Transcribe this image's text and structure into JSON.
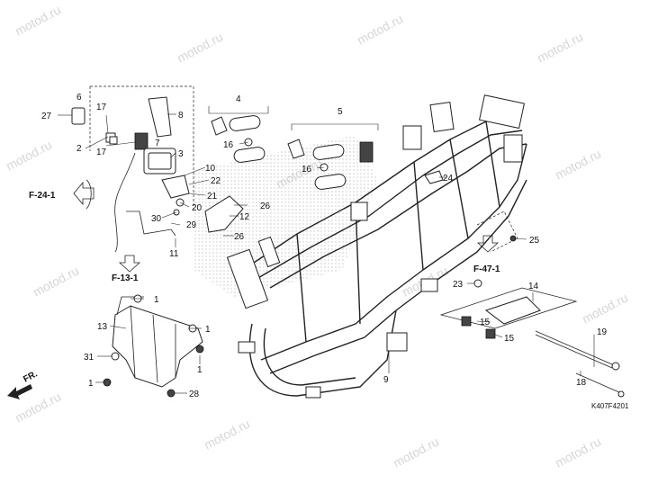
{
  "watermark": "motod.ru",
  "diagram_code": "K407F4201",
  "direction_label": "FR.",
  "section_refs": {
    "ref1": "F-24-1",
    "ref2": "F-13-1",
    "ref3": "F-47-1"
  },
  "callouts": {
    "c1a": "1",
    "c1b": "1",
    "c1c": "1",
    "c1d": "1",
    "c2": "2",
    "c3": "3",
    "c4": "4",
    "c5": "5",
    "c6": "6",
    "c7": "7",
    "c8": "8",
    "c9": "9",
    "c10": "10",
    "c11": "11",
    "c12": "12",
    "c13": "13",
    "c14": "14",
    "c15a": "15",
    "c15b": "15",
    "c16a": "16",
    "c16b": "16",
    "c17a": "17",
    "c17b": "17",
    "c18": "18",
    "c19": "19",
    "c20": "20",
    "c21": "21",
    "c22": "22",
    "c23": "23",
    "c24": "24",
    "c25": "25",
    "c26a": "26",
    "c26b": "26",
    "c27": "27",
    "c28": "28",
    "c29": "29",
    "c30": "30",
    "c31": "31"
  }
}
